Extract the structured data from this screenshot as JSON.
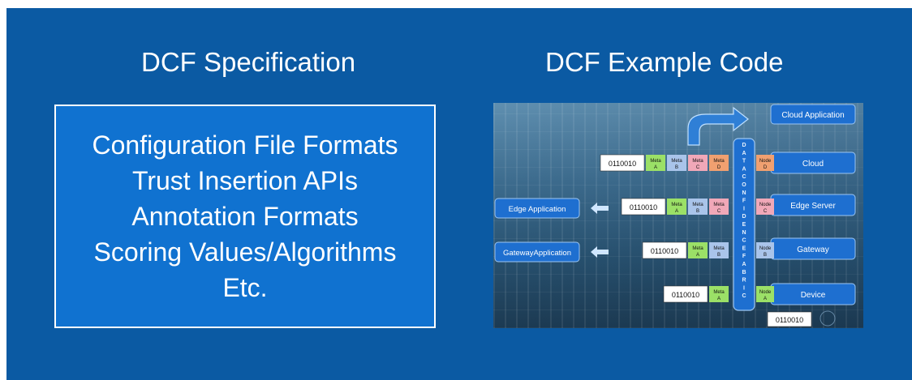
{
  "headings": {
    "left": "DCF Specification",
    "right": "DCF Example Code"
  },
  "spec_box": {
    "lines": [
      "Configuration File Formats",
      "Trust Insertion APIs",
      "Annotation Formats",
      "Scoring Values/Algorithms",
      "Etc."
    ]
  },
  "example": {
    "fabric_text": "DATA CONFIDENCE FABRIC",
    "cloud_application": "Cloud Application",
    "right_nodes": [
      "Cloud",
      "Edge Server",
      "Gateway",
      "Device"
    ],
    "left_apps": [
      "Edge Application",
      "GatewayApplication"
    ],
    "rows": [
      {
        "bits": "0110010",
        "metas": [
          [
            "Meta",
            "A"
          ],
          [
            "Meta",
            "B"
          ],
          [
            "Meta",
            "C"
          ],
          [
            "Meta",
            "D"
          ]
        ],
        "node": [
          "Node",
          "D"
        ]
      },
      {
        "bits": "0110010",
        "metas": [
          [
            "Meta",
            "A"
          ],
          [
            "Meta",
            "B"
          ],
          [
            "Meta",
            "C"
          ]
        ],
        "node": [
          "Node",
          "C"
        ]
      },
      {
        "bits": "0110010",
        "metas": [
          [
            "Meta",
            "A"
          ],
          [
            "Meta",
            "B"
          ]
        ],
        "node": [
          "Node",
          "B"
        ]
      },
      {
        "bits": "0110010",
        "metas": [
          [
            "Meta",
            "A"
          ]
        ],
        "node": [
          "Node",
          "A"
        ]
      }
    ],
    "bottom_bits": "0110010",
    "colors": {
      "meta_a": "#9be067",
      "meta_b": "#a9c4ea",
      "meta_c": "#f0a8b8",
      "meta_d": "#f0a070",
      "node": "#f3d98a",
      "pill": "#1e6fd0",
      "pill_border": "#9cc6f2"
    }
  }
}
